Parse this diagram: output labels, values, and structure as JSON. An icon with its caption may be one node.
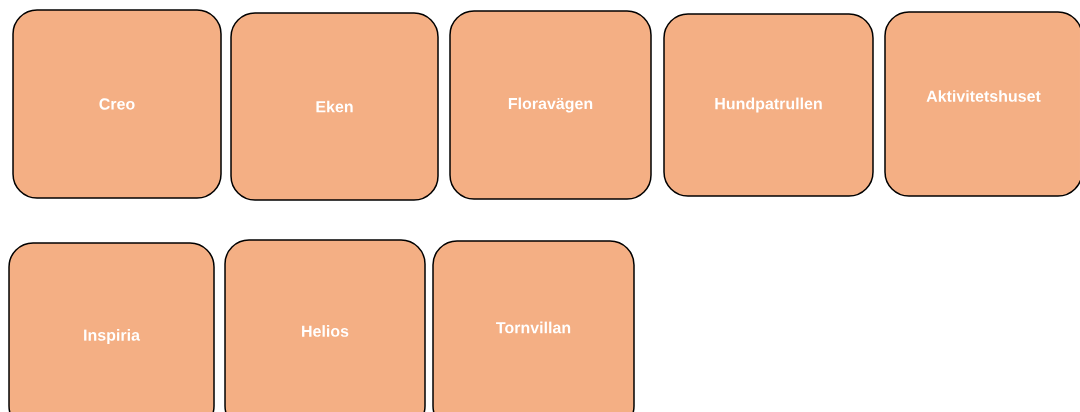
{
  "diagram": {
    "nodes": [
      {
        "text": [
          "Creo"
        ]
      },
      {
        "text": [
          "Eken"
        ]
      },
      {
        "text": [
          "Floravägen"
        ]
      },
      {
        "text": [
          "Hundpatrullen"
        ]
      },
      {
        "text": [
          "Aktivitetshuset"
        ]
      },
      {
        "text": [
          "Inspiria"
        ]
      },
      {
        "text": [
          "Helios"
        ]
      },
      {
        "text": [
          "Tornvillan"
        ]
      }
    ]
  }
}
